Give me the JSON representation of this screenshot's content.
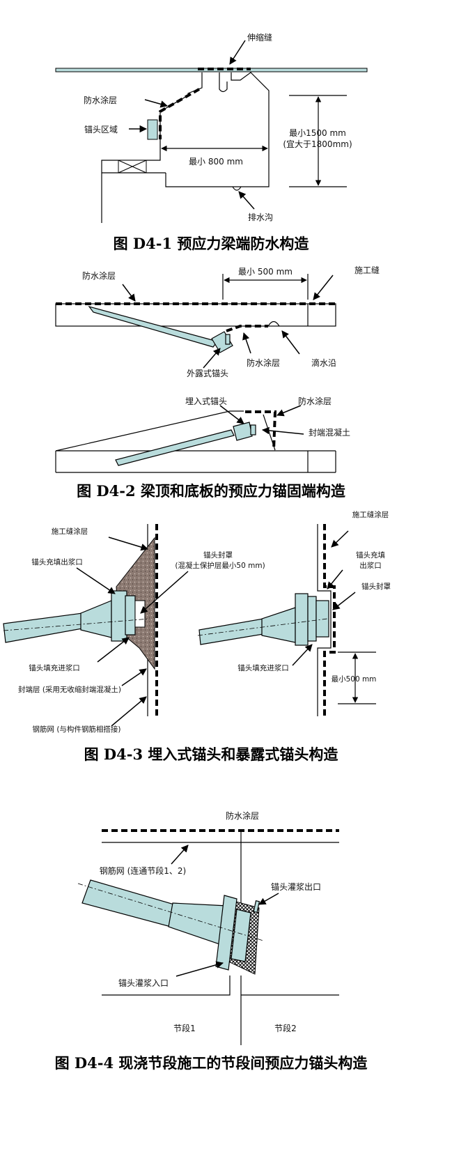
{
  "colors": {
    "anchor_fill": "#b9dcdc",
    "concrete_fill": "#8c7a72",
    "gray_fill": "#c8c8c8"
  },
  "fig1": {
    "caption": "图 D4-1 预应力梁端防水构造",
    "expansion_joint": "伸缩缝",
    "waterproof_coating": "防水涂层",
    "anchor_zone": "锚头区域",
    "min_800": "最小 800 mm",
    "min_1500": "最小1500 mm",
    "pref_1800": "(宜大于1800mm)",
    "drainage_groove": "排水沟"
  },
  "fig2": {
    "caption": "图 D4-2 梁顶和底板的预应力锚固端构造",
    "waterproof_coating": "防水涂层",
    "min_500": "最小 500 mm",
    "construction_joint": "施工缝",
    "exposed_anchor": "外露式锚头",
    "waterproof_coating_2": "防水涂层",
    "drip_edge": "滴水沿",
    "embedded_anchor": "埋入式锚头",
    "waterproof_coating_3": "防水涂层",
    "end_seal_concrete": "封端混凝土"
  },
  "fig3": {
    "caption": "图 D4-3 埋入式锚头和暴露式锚头构造",
    "left_joint_coating": "施工缝涂层",
    "left_grout_outlet": "锚头充填出浆口",
    "left_cap": "锚头封罩",
    "left_cap_note": "(混凝土保护层最小50 mm)",
    "left_grout_inlet": "锚头填充进浆口",
    "left_seal_layer": "封端层 (采用无收缩封端混凝土)",
    "left_rebar_mesh": "钢筋网 (与构件钢筋相搭接)",
    "right_joint_coating": "施工缝涂层",
    "right_grout_outlet_1": "锚头充填",
    "right_grout_outlet_2": "出浆口",
    "right_cap": "锚头封罩",
    "right_grout_inlet": "锚头填充进浆口",
    "right_min_500": "最小500 mm"
  },
  "fig4": {
    "caption": "图 D4-4 现浇节段施工的节段间预应力锚头构造",
    "waterproof_coating": "防水涂层",
    "rebar_mesh": "钢筋网 (连通节段1、2)",
    "grout_outlet": "锚头灌浆出口",
    "grout_inlet": "锚头灌浆入口",
    "segment1": "节段1",
    "segment2": "节段2"
  }
}
